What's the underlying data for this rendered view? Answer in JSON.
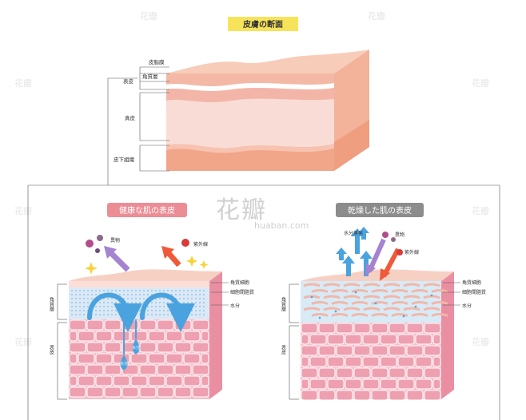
{
  "title": "皮膚の断面",
  "top_labels": {
    "sebum": "皮脂膜",
    "stratum_corneum": "角質層",
    "epidermis": "表皮",
    "dermis": "真皮",
    "subcutis": "皮下組織"
  },
  "healthy": {
    "title": "健康な肌の表皮",
    "foreign": "異物",
    "uv": "紫外線",
    "corneocyte": "角質細胞",
    "lipid": "細胞間脂質",
    "water": "水分",
    "side_corneum": "角質層",
    "side_epidermis": "表皮",
    "drop1": "水分",
    "drop2": "水分"
  },
  "dry": {
    "title": "乾燥した肌の表皮",
    "evaporation": "水分蒸発",
    "foreign": "異物",
    "uv": "紫外線",
    "corneocyte": "角質細胞",
    "lipid": "細胞間脂質",
    "water": "水分",
    "side_corneum": "角質層",
    "side_epidermis": "表皮"
  },
  "watermark": {
    "brand": "花瓣",
    "site": "huaban.com"
  },
  "colors": {
    "title_bg": "#f7e35a",
    "healthy_title_bg": "#ec8c95",
    "dry_title_bg": "#8c8c8c",
    "skin_pink": "#f6c7bf",
    "dermis": "#f9dcd6",
    "subcutis": "#f1a589",
    "cell": "#f2a7b4",
    "water_blue": "#4aa3df",
    "arrow_purple": "#a583d1",
    "arrow_red": "#ef5a3a"
  }
}
